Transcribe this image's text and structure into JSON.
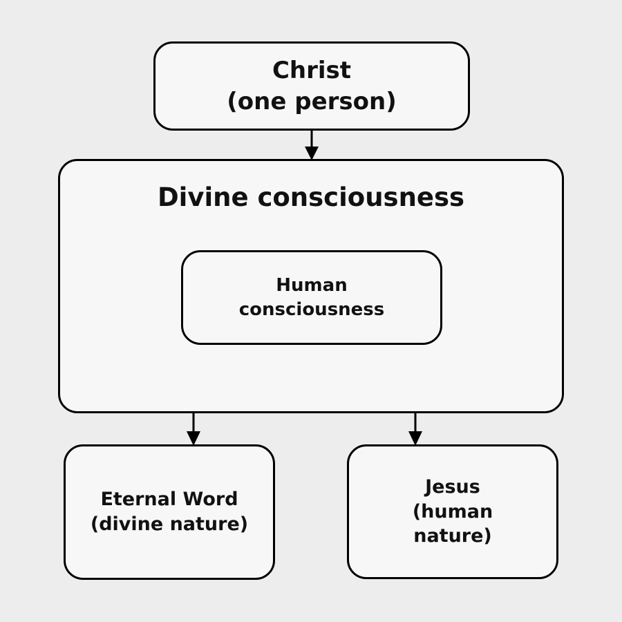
{
  "colors": {
    "background": "#ededed",
    "node_fill": "#f7f7f7",
    "node_border": "#000000",
    "line": "#000000",
    "text": "#111111"
  },
  "nodes": {
    "christ": {
      "label": "Christ\n(one person)"
    },
    "divine": {
      "label": "Divine consciousness"
    },
    "human": {
      "label": "Human\nconsciousness"
    },
    "eternal_word": {
      "label": "Eternal Word\n(divine nature)"
    },
    "jesus": {
      "label": "Jesus\n(human\nnature)"
    }
  },
  "edges": [
    {
      "from": "christ",
      "to": "divine",
      "style": "arrow-down"
    },
    {
      "from": "divine",
      "to": "eternal_word",
      "style": "arrow-down"
    },
    {
      "from": "human",
      "to": "jesus",
      "style": "arrow-down"
    }
  ]
}
